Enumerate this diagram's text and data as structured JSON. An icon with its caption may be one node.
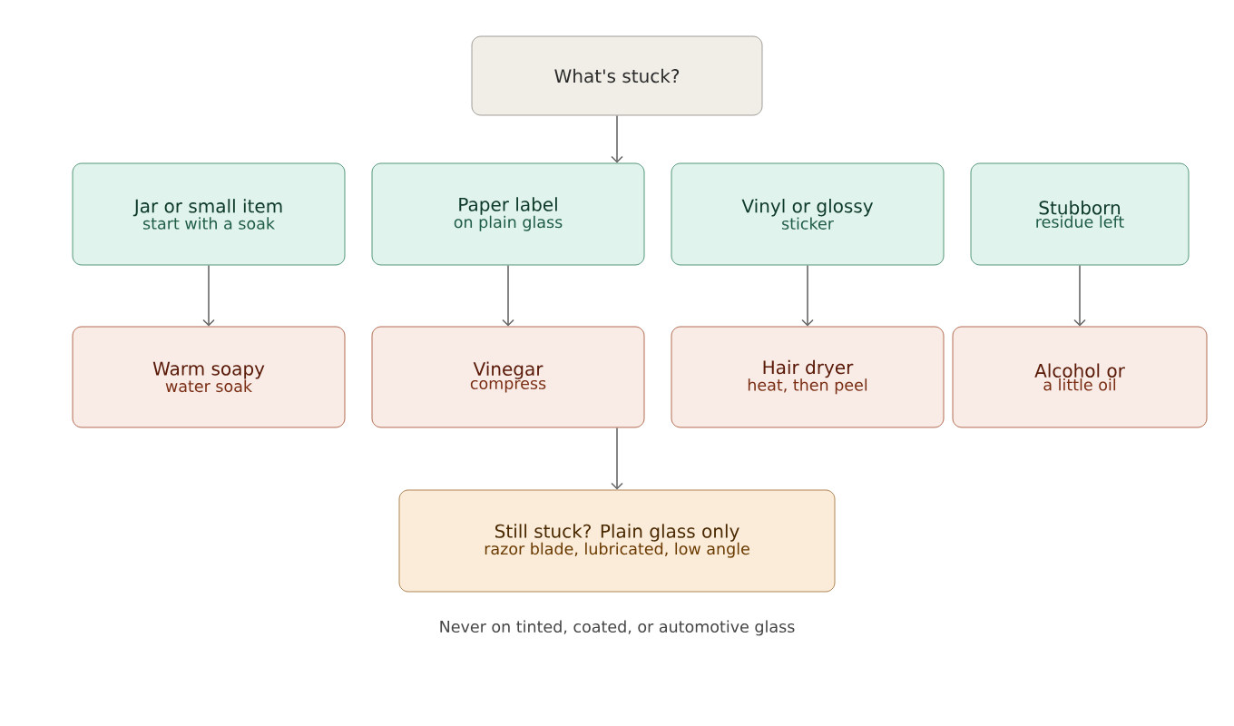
{
  "diagram": {
    "nodes": [
      {
        "text": [
          "What's stuck?"
        ]
      },
      {
        "text": [
          "Jar or small item",
          "start with a soak"
        ]
      },
      {
        "text": [
          "Paper label",
          "on plain glass"
        ]
      },
      {
        "text": [
          "Vinyl or glossy",
          "sticker"
        ]
      },
      {
        "text": [
          "Stubborn",
          "residue left"
        ]
      },
      {
        "text": [
          "Warm soapy",
          "water soak"
        ]
      },
      {
        "text": [
          "Vinegar",
          "compress"
        ]
      },
      {
        "text": [
          "Hair dryer",
          "heat, then peel"
        ]
      },
      {
        "text": [
          "Alcohol or",
          "a little oil"
        ]
      },
      {
        "text": [
          "Still stuck? Plain glass only",
          "razor blade, lubricated, low angle"
        ],
        "beside": [
          "Never on tinted, coated, or automotive glass"
        ]
      }
    ],
    "edges": [
      {
        "from": 0,
        "to": 2,
        "arrow": "to"
      },
      {
        "from": 1,
        "to": 5,
        "arrow": "to"
      },
      {
        "from": 2,
        "to": 6,
        "arrow": "to"
      },
      {
        "from": 3,
        "to": 7,
        "arrow": "to"
      },
      {
        "from": 4,
        "to": 8,
        "arrow": "to"
      },
      {
        "from": 6,
        "to": 9,
        "arrow": "to"
      }
    ]
  }
}
